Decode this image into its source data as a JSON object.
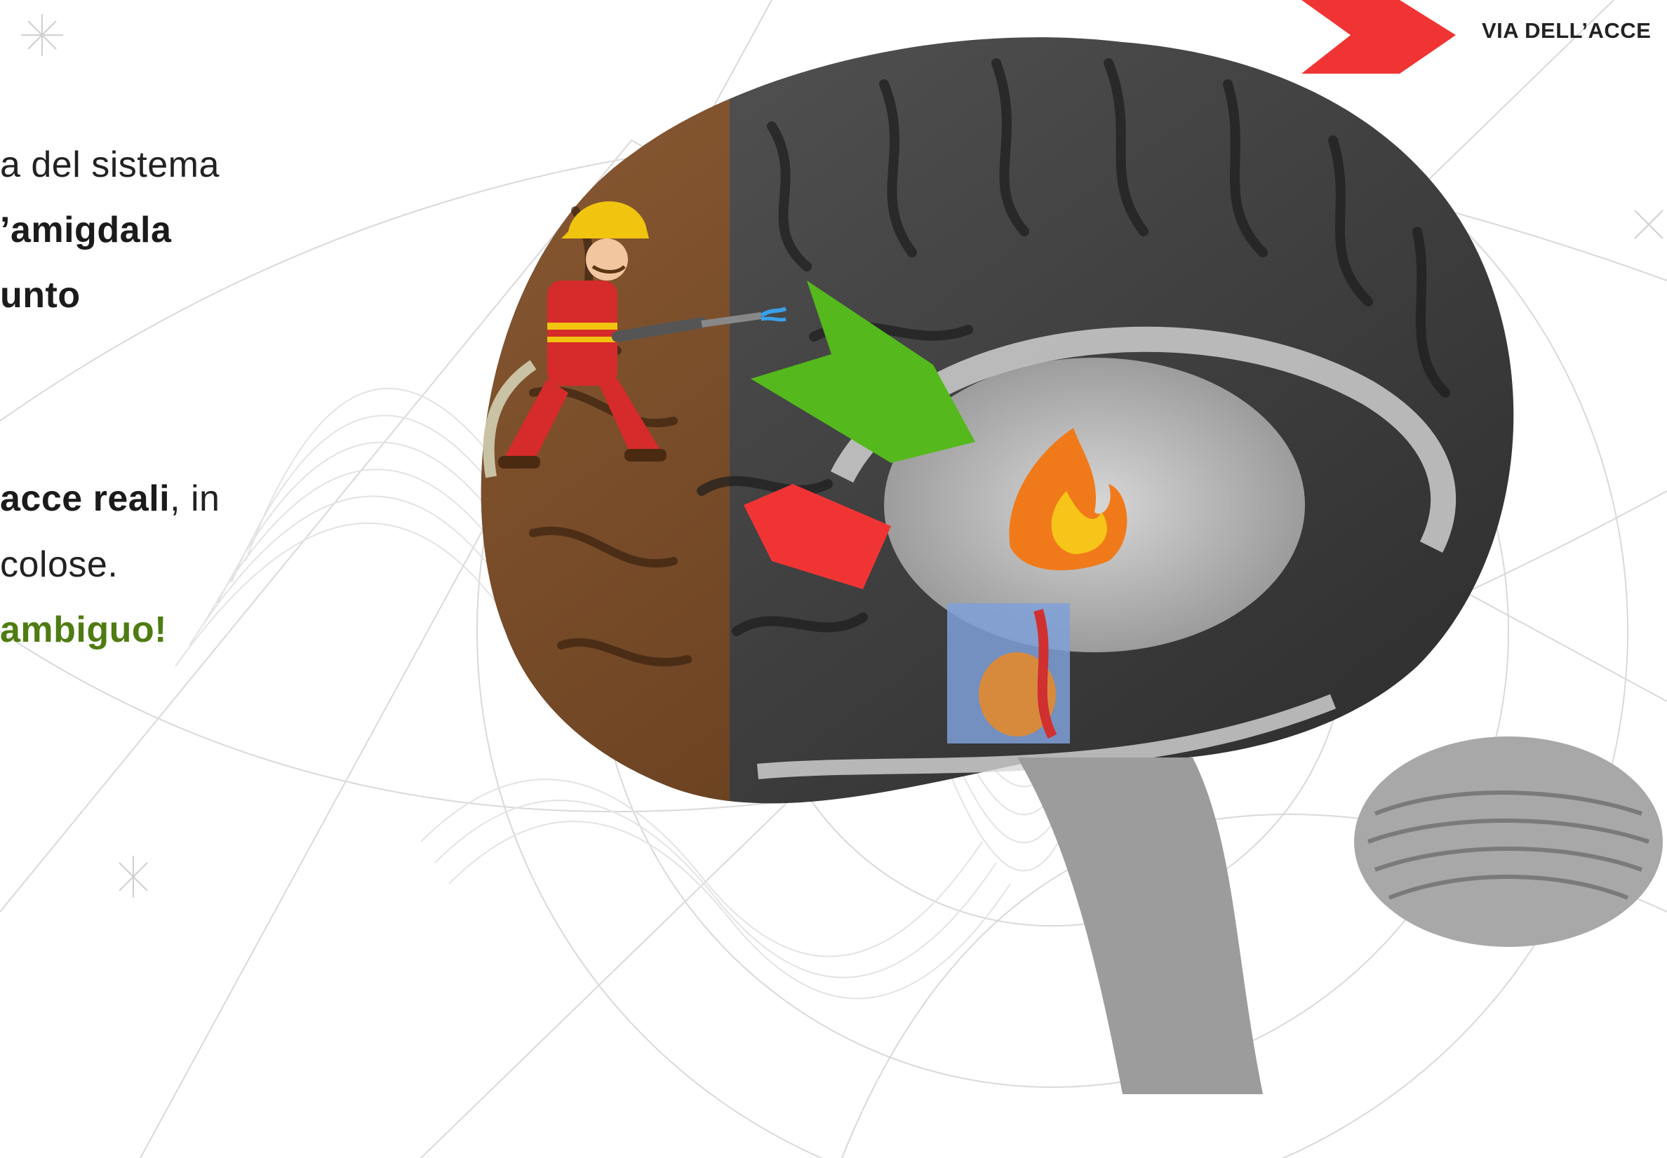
{
  "header": {
    "section_label": "VIA DELL’ACCE"
  },
  "text": {
    "line1": "a del sistema",
    "line2": "’amigdala",
    "line3": "unto",
    "line4_bold": "acce reali",
    "line4_rest": ", in",
    "line5": "colose.",
    "line6": "ambiguo!"
  },
  "colors": {
    "accent_red": "#f03434",
    "accent_green": "#55b81c",
    "highlight_green": "#4f7c12"
  },
  "icons": {
    "nav_arrow": "chevron-right-icon",
    "firefighter": "firefighter-icon",
    "fire": "fire-icon"
  }
}
